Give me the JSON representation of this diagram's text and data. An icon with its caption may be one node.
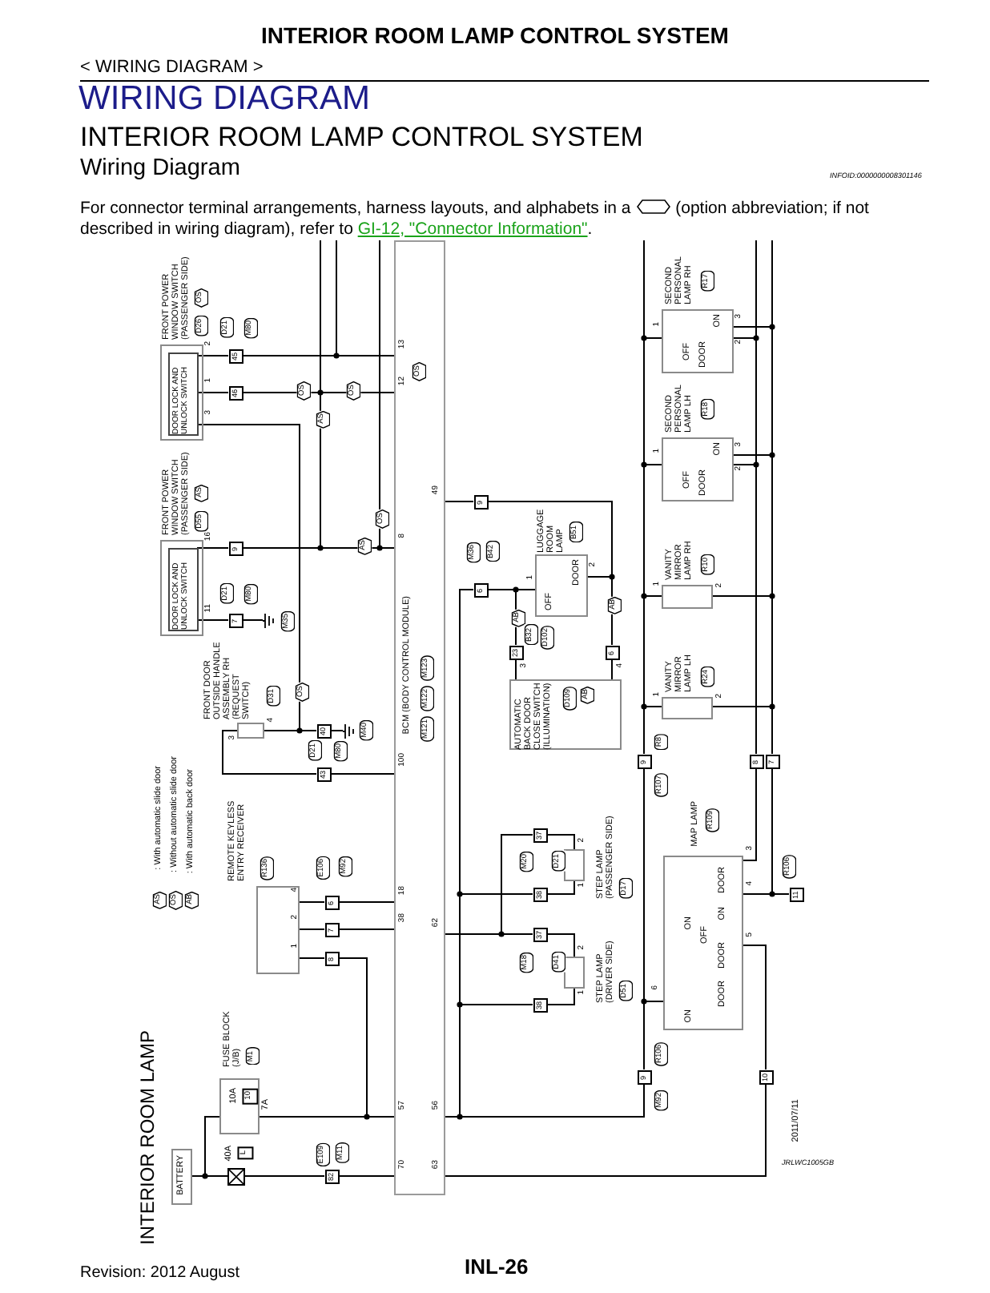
{
  "diagram": {
    "title": "INTERIOR ROOM LAMP CONTROL SYSTEM",
    "nodes": [
      {
        "text": [
          "BATTERY"
        ]
      },
      {
        "text": [
          "40A",
          "L"
        ]
      },
      {
        "text": [
          "FUSE BLOCK (J/B)",
          "M1",
          "10A",
          "10",
          "7A"
        ]
      },
      {
        "text": [
          "BCM (BODY CONTROL MODULE)",
          "M121",
          "M122",
          "M123"
        ]
      },
      {
        "text": [
          "REMOTE KEYLESS ENTRY RECEIVER",
          "R136"
        ]
      },
      {
        "text": [
          "FRONT POWER WINDOW SWITCH (PASSENGER SIDE)",
          "D26",
          "OS"
        ]
      },
      {
        "text": [
          "DOOR LOCK AND UNLOCK SWITCH"
        ],
        "in": 5
      },
      {
        "text": [
          "FRONT POWER WINDOW SWITCH (PASSENGER SIDE)",
          "D55",
          "AS"
        ]
      },
      {
        "text": [
          "DOOR LOCK AND UNLOCK SWITCH"
        ],
        "in": 7
      },
      {
        "text": [
          "FRONT DOOR OUTSIDE HANDLE ASSEMBLY RH (REQUEST SWITCH)",
          "D31"
        ]
      },
      {
        "text": [
          "LUGGAGE ROOM LAMP",
          "B51",
          "OFF",
          "DOOR"
        ]
      },
      {
        "text": [
          "AUTOMATIC BACK DOOR CLOSE SWITCH (ILLUMINATION)",
          "D109",
          "AB"
        ]
      },
      {
        "text": [
          "SECOND PERSONAL LAMP RH",
          "R17",
          "ON",
          "OFF",
          "DOOR"
        ]
      },
      {
        "text": [
          "SECOND PERSONAL LAMP LH",
          "R18",
          "ON",
          "OFF",
          "DOOR"
        ]
      },
      {
        "text": [
          "VANITY MIRROR LAMP RH",
          "R10"
        ]
      },
      {
        "text": [
          "VANITY MIRROR LAMP LH",
          "R24"
        ]
      },
      {
        "text": [
          "MAP LAMP",
          "R109",
          "DOOR",
          "ON",
          "OFF",
          "ON",
          "DOOR",
          "DOOR",
          "ON"
        ]
      },
      {
        "text": [
          "STEP LAMP (PASSENGER SIDE)",
          "D17"
        ]
      },
      {
        "text": [
          "STEP LAMP (DRIVER SIDE)",
          "D51"
        ]
      },
      {
        "text": [
          "45"
        ]
      },
      {
        "text": [
          "46"
        ]
      },
      {
        "text": [
          "9"
        ]
      },
      {
        "text": [
          "7"
        ]
      },
      {
        "text": [
          "40"
        ]
      },
      {
        "text": [
          "43"
        ]
      },
      {
        "text": [
          "6"
        ]
      },
      {
        "text": [
          "7"
        ]
      },
      {
        "text": [
          "8"
        ]
      },
      {
        "text": [
          "82"
        ]
      },
      {
        "text": [
          "9"
        ]
      },
      {
        "text": [
          "6"
        ]
      },
      {
        "text": [
          "23"
        ]
      },
      {
        "text": [
          "6"
        ]
      },
      {
        "text": [
          "37"
        ]
      },
      {
        "text": [
          "38"
        ]
      },
      {
        "text": [
          "37"
        ]
      },
      {
        "text": [
          "38"
        ]
      },
      {
        "text": [
          "9"
        ]
      },
      {
        "text": [
          "8"
        ]
      },
      {
        "text": [
          "7"
        ]
      },
      {
        "text": [
          "9"
        ]
      },
      {
        "text": [
          "10"
        ]
      },
      {
        "text": [
          "11"
        ]
      },
      {
        "text": [],
        "shape": "ground",
        "beside": [
          "M35"
        ]
      },
      {
        "text": [],
        "shape": "ground",
        "beside": [
          "M40"
        ]
      }
    ],
    "edges": [
      {
        "from": 0,
        "to": 1,
        "arrow": "none"
      },
      {
        "from": 0,
        "to": 2,
        "arrow": "none"
      },
      {
        "from": 1,
        "to": 28,
        "arrow": "none"
      },
      {
        "from": 28,
        "to": 3,
        "arrow": "none"
      },
      {
        "from": 2,
        "to": 3,
        "arrow": "none"
      },
      {
        "from": 4,
        "to": 27,
        "arrow": "none"
      },
      {
        "from": 27,
        "to": 2,
        "arrow": "none"
      },
      {
        "from": 4,
        "to": 26,
        "arrow": "none"
      },
      {
        "from": 26,
        "to": 3,
        "arrow": "none"
      },
      {
        "from": 4,
        "to": 25,
        "arrow": "none"
      },
      {
        "from": 25,
        "to": 3,
        "arrow": "none"
      },
      {
        "from": 6,
        "to": 19,
        "arrow": "none"
      },
      {
        "from": 19,
        "to": 3,
        "arrow": "none"
      },
      {
        "from": 6,
        "to": 20,
        "arrow": "none"
      },
      {
        "from": 20,
        "to": 3,
        "arrow": "none"
      },
      {
        "from": 6,
        "to": 9,
        "arrow": "none"
      },
      {
        "from": 9,
        "to": 23,
        "arrow": "none"
      },
      {
        "from": 23,
        "to": 44,
        "arrow": "none"
      },
      {
        "from": 9,
        "to": 24,
        "arrow": "none"
      },
      {
        "from": 24,
        "to": 3,
        "arrow": "none"
      },
      {
        "from": 8,
        "to": 21,
        "arrow": "none"
      },
      {
        "from": 21,
        "to": 3,
        "arrow": "none"
      },
      {
        "from": 8,
        "to": 22,
        "arrow": "none"
      },
      {
        "from": 22,
        "to": 43,
        "arrow": "none"
      },
      {
        "from": 3,
        "to": 29,
        "arrow": "none"
      },
      {
        "from": 29,
        "to": 10,
        "arrow": "none"
      },
      {
        "from": 10,
        "to": 32,
        "arrow": "none"
      },
      {
        "from": 30,
        "to": 10,
        "arrow": "none"
      },
      {
        "from": 30,
        "to": 31,
        "arrow": "none"
      },
      {
        "from": 31,
        "to": 11,
        "arrow": "none"
      },
      {
        "from": 32,
        "to": 11,
        "arrow": "none"
      },
      {
        "from": 30,
        "to": 3,
        "arrow": "none"
      },
      {
        "from": 3,
        "to": 33,
        "arrow": "none"
      },
      {
        "from": 33,
        "to": 17,
        "arrow": "none"
      },
      {
        "from": 3,
        "to": 35,
        "arrow": "none"
      },
      {
        "from": 35,
        "to": 18,
        "arrow": "none"
      },
      {
        "from": 17,
        "to": 34,
        "arrow": "none"
      },
      {
        "from": 34,
        "to": 3,
        "arrow": "none"
      },
      {
        "from": 18,
        "to": 36,
        "arrow": "none"
      },
      {
        "from": 36,
        "to": 3,
        "arrow": "none"
      },
      {
        "from": 12,
        "to": 37,
        "arrow": "none"
      },
      {
        "from": 13,
        "to": 37,
        "arrow": "none"
      },
      {
        "from": 14,
        "to": 37,
        "arrow": "none"
      },
      {
        "from": 15,
        "to": 37,
        "arrow": "none"
      },
      {
        "from": 37,
        "to": 16,
        "arrow": "none"
      },
      {
        "from": 37,
        "to": 40,
        "arrow": "none"
      },
      {
        "from": 40,
        "to": 3,
        "arrow": "none"
      },
      {
        "from": 12,
        "to": 38,
        "arrow": "none"
      },
      {
        "from": 13,
        "to": 38,
        "arrow": "none"
      },
      {
        "from": 12,
        "to": 39,
        "arrow": "none"
      },
      {
        "from": 13,
        "to": 39,
        "arrow": "none"
      },
      {
        "from": 14,
        "to": 39,
        "arrow": "none"
      },
      {
        "from": 15,
        "to": 39,
        "arrow": "none"
      },
      {
        "from": 38,
        "to": 16,
        "arrow": "none"
      },
      {
        "from": 39,
        "to": 16,
        "arrow": "none"
      },
      {
        "from": 16,
        "to": 42,
        "arrow": "none"
      },
      {
        "from": 16,
        "to": 41,
        "arrow": "none"
      },
      {
        "from": 41,
        "to": 3,
        "arrow": "none"
      }
    ],
    "labels": [
      "< WIRING DIAGRAM >",
      "WIRING DIAGRAM",
      "INTERIOR ROOM LAMP CONTROL SYSTEM",
      "Wiring Diagram",
      "INFOID:0000000008301146",
      "For connector terminal arrangements, harness layouts, and alphabets in a",
      "(option abbreviation; if not described in wiring diagram), refer to",
      "GI-12, \"Connector Information\"",
      ".",
      "INTERIOR ROOM LAMP",
      "AS",
      ": With automatic slide door",
      "OS",
      ": Without automatic slide door",
      "AB",
      ": With automatic back door",
      "D21",
      "M80",
      "D21",
      "M80",
      "OS",
      "OS",
      "AS",
      "AS",
      "OS",
      "OS",
      "OS",
      "D21",
      "M80",
      "E106",
      "M92",
      "E109",
      "M11",
      "M36",
      "B42",
      "AB",
      "AB",
      "B32",
      "D102",
      "M20",
      "D21",
      "M18",
      "D41",
      "R8",
      "R107",
      "R106",
      "M92",
      "R106",
      "13",
      "12",
      "8",
      "100",
      "18",
      "38",
      "57",
      "70",
      "49",
      "62",
      "56",
      "63",
      "2",
      "1",
      "3",
      "16",
      "11",
      "3",
      "4",
      "4",
      "2",
      "1",
      "1",
      "2",
      "3",
      "4",
      "1",
      "2",
      "3",
      "1",
      "2",
      "3",
      "1",
      "2",
      "1",
      "2",
      "3",
      "4",
      "5",
      "6",
      "2",
      "1",
      "2",
      "1",
      "JRLWC1005GB",
      "2011/07/11",
      "Revision: 2012 August",
      "INL-26"
    ]
  }
}
